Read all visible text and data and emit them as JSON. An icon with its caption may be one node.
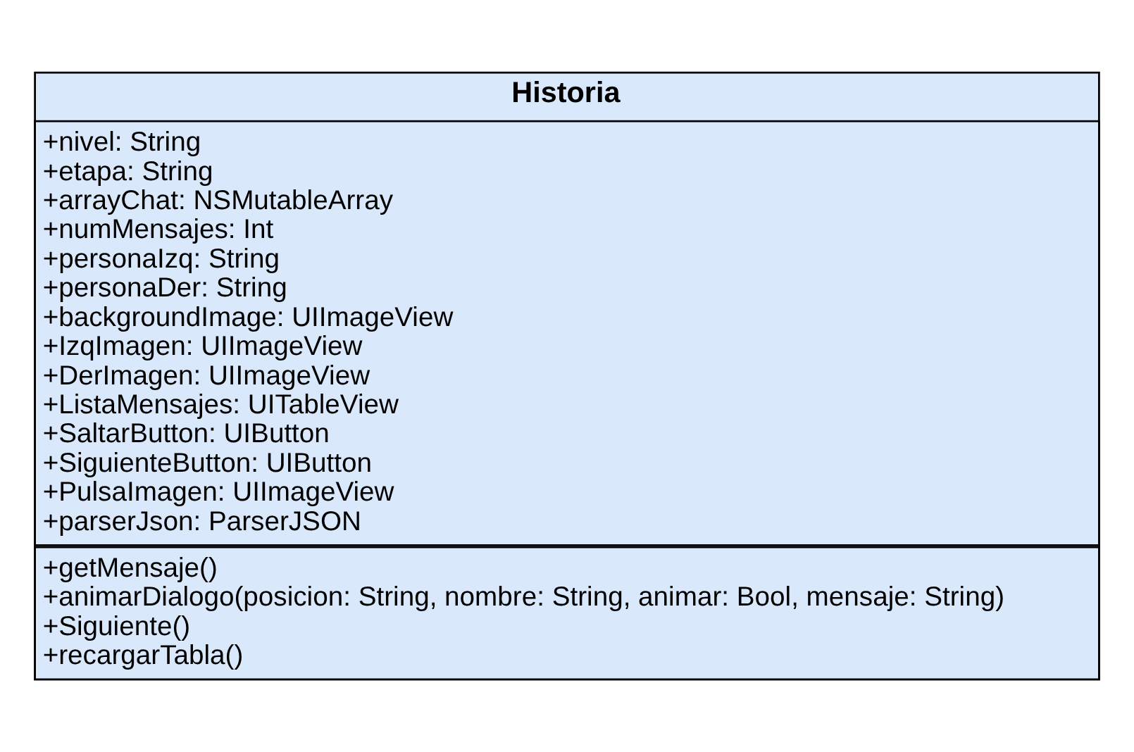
{
  "diagram": {
    "nodes": [
      {
        "text": [
          "Historia"
        ]
      },
      {
        "text": [
          "+nivel: String",
          "+etapa: String",
          "+arrayChat: NSMutableArray",
          "+numMensajes: Int",
          "+personaIzq: String",
          "+personaDer: String",
          "+backgroundImage: UIImageView",
          "+IzqImagen: UIImageView",
          "+DerImagen: UIImageView",
          "+ListaMensajes: UITableView",
          "+SaltarButton: UIButton",
          "+SiguienteButton: UIButton",
          "+PulsaImagen: UIImageView",
          "+parserJson: ParserJSON"
        ],
        "in": 0
      },
      {
        "text": [
          "+getMensaje()",
          "+animarDialogo(posicion: String, nombre: String, animar: Bool, mensaje: String)",
          "+Siguiente()",
          "+recargarTabla()"
        ],
        "in": 0
      }
    ],
    "edges": []
  }
}
